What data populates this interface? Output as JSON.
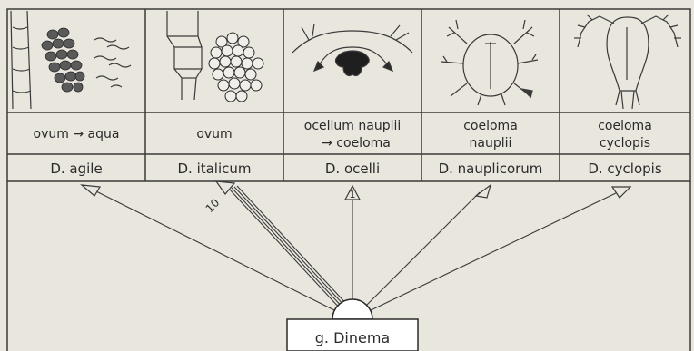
{
  "columns": [
    {
      "habitat_html": "ovum <tspan font-family='DejaVu Sans'>➜</tspan> aqua",
      "habitat_line1": "ovum → aqua",
      "habitat_line2": "",
      "species": "D. agile",
      "illustration": "egg-cluster-in-water-icon"
    },
    {
      "habitat_line1": "ovum",
      "habitat_line2": "",
      "species": "D. italicum",
      "illustration": "egg-cluster-icon"
    },
    {
      "habitat_line1": "ocellum nauplii",
      "habitat_line2": "→ coeloma",
      "species": "D. ocelli",
      "illustration": "nauplius-ocellus-icon"
    },
    {
      "habitat_line1": "coeloma",
      "habitat_line2": "nauplii",
      "species": "D. nauplicorum",
      "illustration": "nauplius-larva-icon"
    },
    {
      "habitat_line1": "coeloma",
      "habitat_line2": "cyclopis",
      "species": "D. cyclopis",
      "illustration": "cyclops-copepod-icon"
    }
  ],
  "arrow_labels": {
    "italicum": "10",
    "ocelli": "1"
  },
  "genus": {
    "label": "g. Dinema"
  },
  "colors": {
    "background": "#e9e6dd",
    "ink": "#2a2a2a",
    "genus_fill": "#ffffff"
  }
}
